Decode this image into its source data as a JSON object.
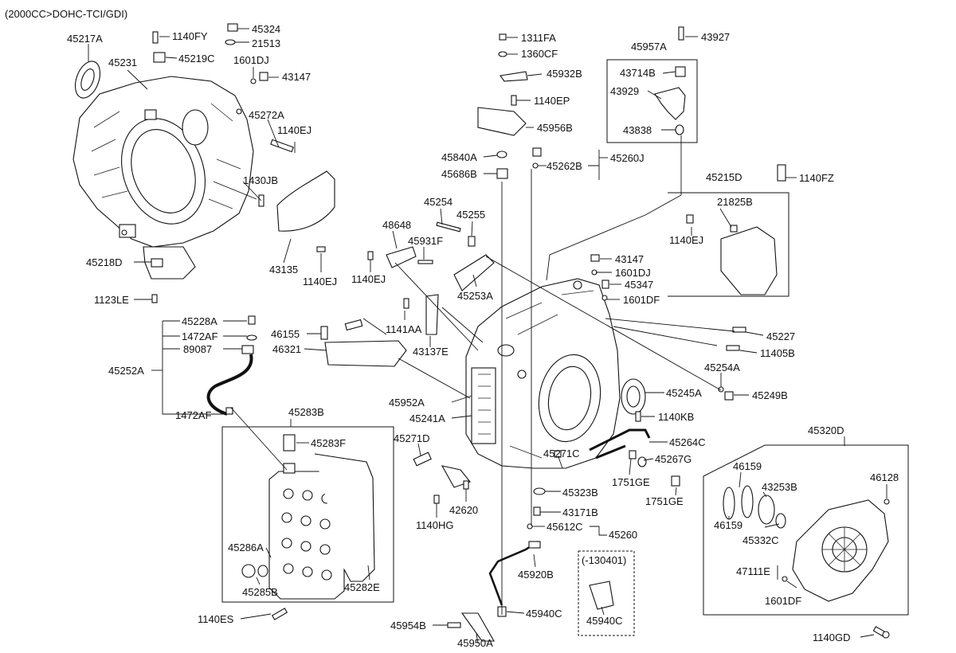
{
  "header": {
    "variant": "(2000CC>DOHC-TCI/GDI)"
  },
  "labels": {
    "p1140FY": "1140FY",
    "p45324": "45324",
    "p21513": "21513",
    "p45217A": "45217A",
    "p45231": "45231",
    "p45219C": "45219C",
    "p1601DJ_a": "1601DJ",
    "p43147_a": "43147",
    "p45272A": "45272A",
    "p1140EJ_a": "1140EJ",
    "p1430JB": "1430JB",
    "p43135": "43135",
    "p1140EJ_b": "1140EJ",
    "p45218D": "45218D",
    "p1123LE": "1123LE",
    "p1311FA": "1311FA",
    "p1360CF": "1360CF",
    "p45932B": "45932B",
    "p1140EP": "1140EP",
    "p45956B": "45956B",
    "p45840A": "45840A",
    "p45686B": "45686B",
    "p45262B": "45262B",
    "p45260J": "45260J",
    "p45957A": "45957A",
    "p43927": "43927",
    "p43714B": "43714B",
    "p43929": "43929",
    "p43838": "43838",
    "p45215D": "45215D",
    "p1140FZ": "1140FZ",
    "p21825B": "21825B",
    "p1140EJ_c": "1140EJ",
    "p45254": "45254",
    "p45255": "45255",
    "p48648": "48648",
    "p45931F": "45931F",
    "p1140EJ_d": "1140EJ",
    "p43147_b": "43147",
    "p1601DJ_b": "1601DJ",
    "p45347": "45347",
    "p45253A": "45253A",
    "p1601DF_a": "1601DF",
    "p45228A": "45228A",
    "p1472AF_a": "1472AF",
    "p89087": "89087",
    "p45252A": "45252A",
    "p1472AF_b": "1472AF",
    "p46155": "46155",
    "p46321": "46321",
    "p1141AA": "1141AA",
    "p43137E": "43137E",
    "p45227": "45227",
    "p11405B": "11405B",
    "p45254A": "45254A",
    "p45249B": "45249B",
    "p45245A": "45245A",
    "p45952A": "45952A",
    "p45241A": "45241A",
    "p1140KB": "1140KB",
    "p45283B": "45283B",
    "p45283F": "45283F",
    "p45271D": "45271D",
    "p45264C": "45264C",
    "p45271C": "45271C",
    "p45267G": "45267G",
    "p1751GE_a": "1751GE",
    "p1751GE_b": "1751GE",
    "p45323B": "45323B",
    "p42620": "42620",
    "p1140HG": "1140HG",
    "p43171B": "43171B",
    "p45612C": "45612C",
    "p45260": "45260",
    "p45286A": "45286A",
    "p45285B": "45285B",
    "p45282E": "45282E",
    "p1140ES": "1140ES",
    "p45920B": "45920B",
    "p130401": "(-130401)",
    "p45940C_a": "45940C",
    "p45940C_b": "45940C",
    "p45954B": "45954B",
    "p45950A": "45950A",
    "p45320D": "45320D",
    "p46159_a": "46159",
    "p46159_b": "46159",
    "p43253B": "43253B",
    "p46128": "46128",
    "p45332C": "45332C",
    "p47111E": "47111E",
    "p1601DF_b": "1601DF",
    "p1140GD": "1140GD"
  }
}
